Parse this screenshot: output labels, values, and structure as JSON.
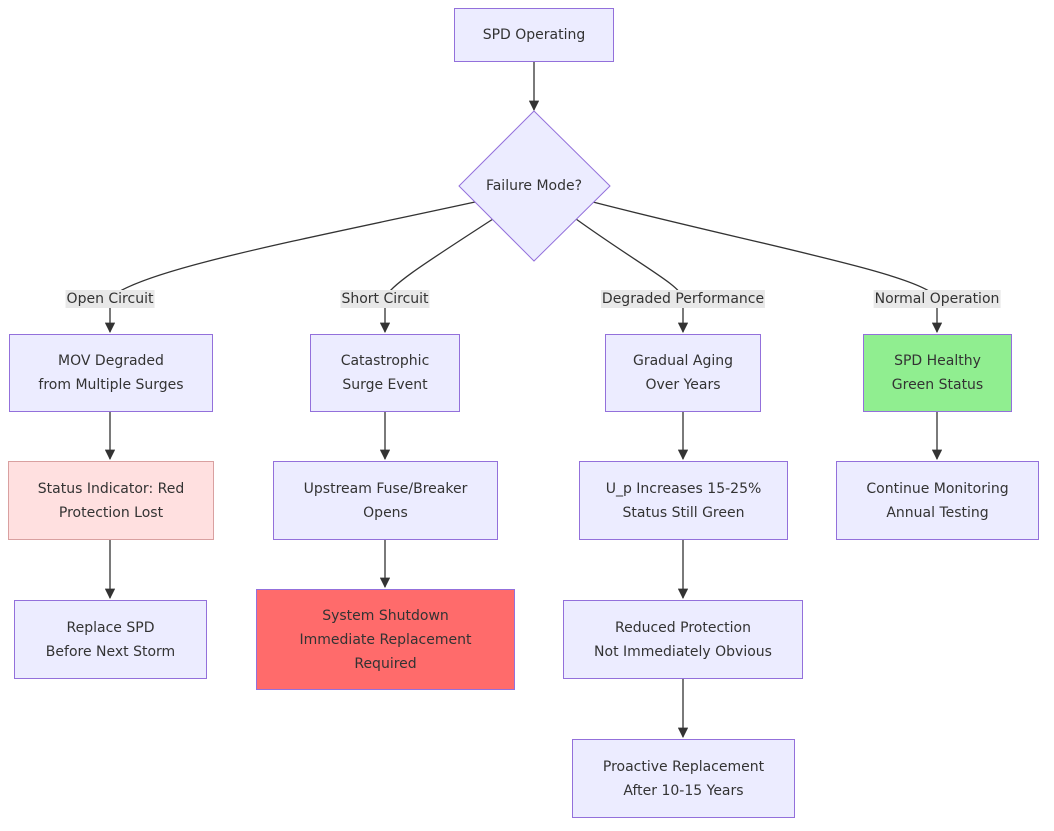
{
  "colors": {
    "node_fill": "#ececff",
    "node_stroke": "#9370db",
    "edge": "#333333",
    "label_bg": "#e8e8e8",
    "status_red_fill": "#ffe0e0",
    "shutdown_fill": "#ff6b6b",
    "healthy_fill": "#90ee90"
  },
  "nodes": {
    "start": {
      "lines": [
        "SPD Operating"
      ]
    },
    "decision": {
      "text": "Failure Mode?"
    },
    "mov_degraded": {
      "lines": [
        "MOV Degraded",
        "from Multiple Surges"
      ]
    },
    "status_red": {
      "lines": [
        "Status Indicator: Red",
        "Protection Lost"
      ]
    },
    "replace_spd": {
      "lines": [
        "Replace SPD",
        "Before Next Storm"
      ]
    },
    "catastrophic": {
      "lines": [
        "Catastrophic",
        "Surge Event"
      ]
    },
    "fuse_opens": {
      "lines": [
        "Upstream Fuse/Breaker",
        "Opens"
      ]
    },
    "shutdown": {
      "lines": [
        "System Shutdown",
        "Immediate Replacement",
        "Required"
      ]
    },
    "gradual_aging": {
      "lines": [
        "Gradual Aging",
        "Over Years"
      ]
    },
    "up_increases": {
      "lines": [
        "U_p Increases 15-25%",
        "Status Still Green"
      ]
    },
    "reduced_protection": {
      "lines": [
        "Reduced Protection",
        "Not Immediately Obvious"
      ]
    },
    "proactive": {
      "lines": [
        "Proactive Replacement",
        "After 10-15 Years"
      ]
    },
    "healthy": {
      "lines": [
        "SPD Healthy",
        "Green Status"
      ]
    },
    "continue": {
      "lines": [
        "Continue Monitoring",
        "Annual Testing"
      ]
    }
  },
  "edge_labels": {
    "open_circuit": "Open Circuit",
    "short_circuit": "Short Circuit",
    "degraded": "Degraded Performance",
    "normal": "Normal Operation"
  }
}
